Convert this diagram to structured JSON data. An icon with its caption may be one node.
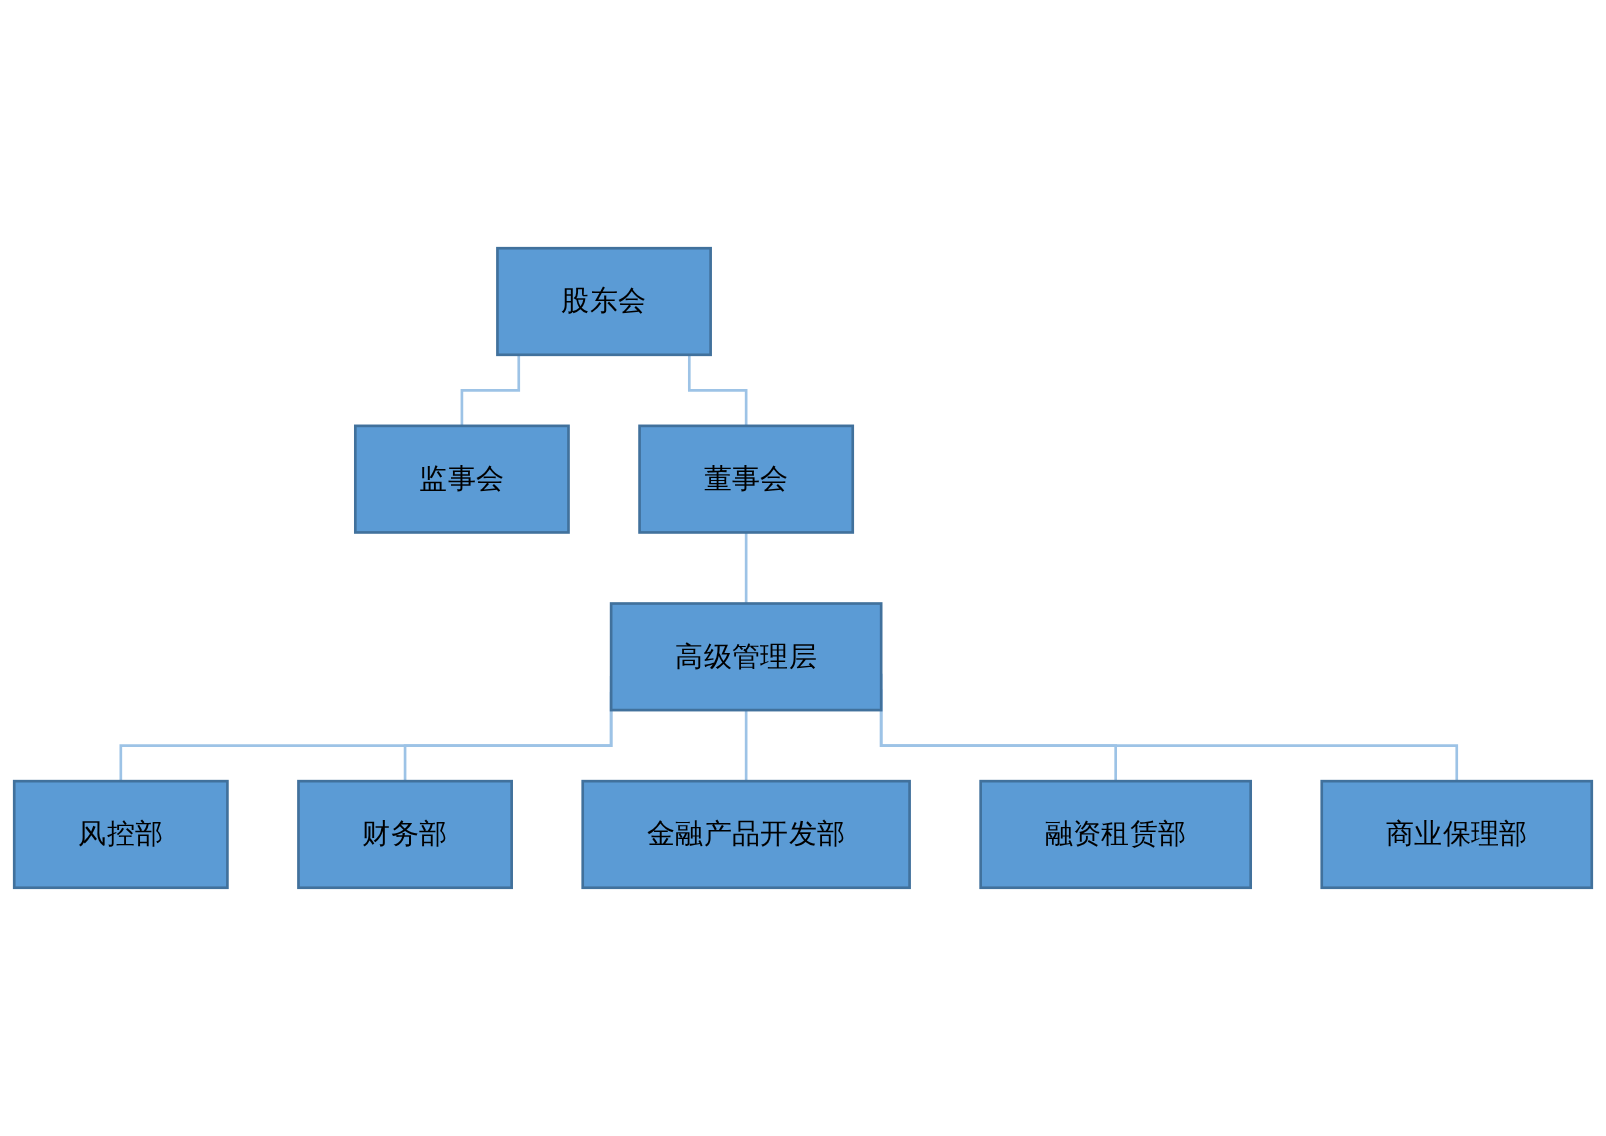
{
  "diagram": {
    "nodes": [
      {
        "text": [
          "股东会"
        ]
      },
      {
        "text": [
          "监事会"
        ]
      },
      {
        "text": [
          "董事会"
        ]
      },
      {
        "text": [
          "高级管理层"
        ]
      },
      {
        "text": [
          "风控部"
        ]
      },
      {
        "text": [
          "财务部"
        ]
      },
      {
        "text": [
          "金融产品开发部"
        ]
      },
      {
        "text": [
          "融资租赁部"
        ]
      },
      {
        "text": [
          "商业保理部"
        ]
      }
    ],
    "edges": [
      {
        "from": 0,
        "to": 1,
        "arrow": "none"
      },
      {
        "from": 0,
        "to": 2,
        "arrow": "none"
      },
      {
        "from": 2,
        "to": 3,
        "arrow": "none"
      },
      {
        "from": 3,
        "to": 4,
        "arrow": "none"
      },
      {
        "from": 3,
        "to": 5,
        "arrow": "none"
      },
      {
        "from": 3,
        "to": 6,
        "arrow": "none"
      },
      {
        "from": 3,
        "to": 7,
        "arrow": "none"
      },
      {
        "from": 3,
        "to": 8,
        "arrow": "none"
      }
    ]
  }
}
